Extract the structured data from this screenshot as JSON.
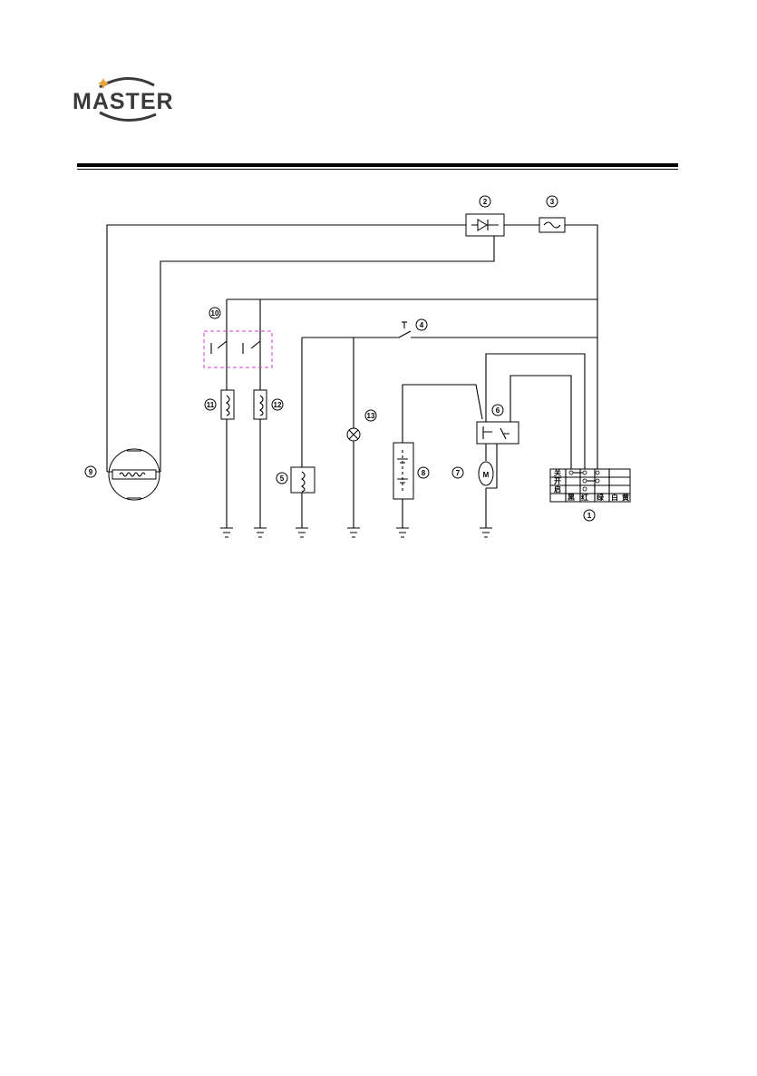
{
  "logo": {
    "text": "MASTER",
    "star_color": "#e8a33a",
    "text_color": "#3a3a3a"
  },
  "diagram": {
    "dashed_box_color": "#d63ad6",
    "callouts": {
      "c1": "1",
      "c2": "2",
      "c3": "3",
      "c4": "4",
      "c5": "5",
      "c6": "6",
      "c7": "7",
      "c8": "8",
      "c9": "9",
      "c10": "10",
      "c11": "11",
      "c12": "12",
      "c13": "13"
    },
    "switch_table_bottom_row": [
      "黑",
      "红",
      "绿",
      "白",
      "黄"
    ],
    "switch_table_row_labels": [
      "关",
      "开",
      "启"
    ]
  }
}
